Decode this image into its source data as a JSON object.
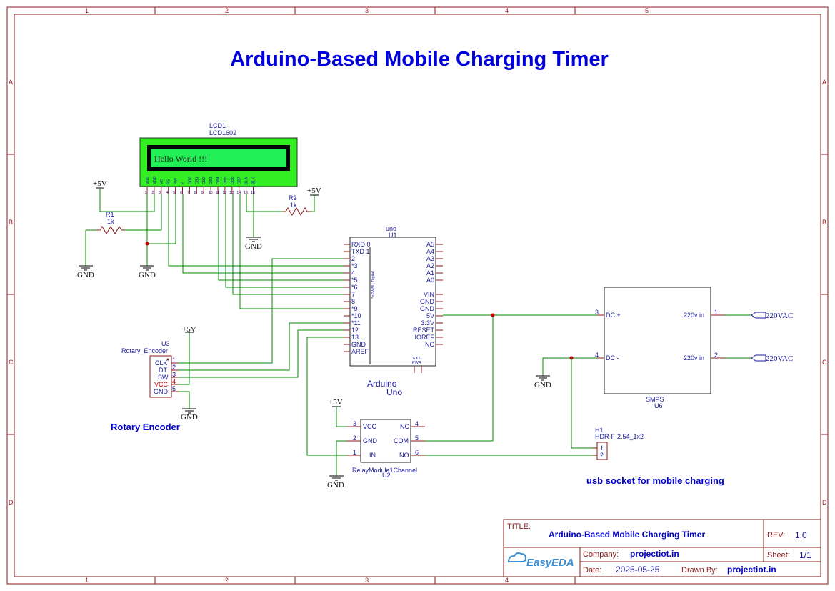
{
  "title": "Arduino-Based Mobile Charging Timer",
  "border": {
    "cols": [
      "1",
      "2",
      "3",
      "4",
      "5"
    ],
    "rows": [
      "A",
      "B",
      "C",
      "D"
    ]
  },
  "lcd": {
    "designator": "LCD1",
    "part": "LCD1602",
    "screen_text": "Hello World !!!",
    "pin_names": [
      "VSS",
      "VDD",
      "VO",
      "RS",
      "RW",
      "E",
      "DB0",
      "DB1",
      "DB2",
      "DB3",
      "DB4",
      "DB5",
      "DB6",
      "DB7",
      "BLA",
      "BLK"
    ],
    "pin_numbers": [
      "1",
      "2",
      "3",
      "4",
      "5",
      "6",
      "7",
      "8",
      "9",
      "10",
      "11",
      "12",
      "13",
      "14",
      "15",
      "16"
    ]
  },
  "r1": {
    "designator": "R1",
    "value": "1k"
  },
  "r2": {
    "designator": "R2",
    "value": "1k"
  },
  "power": {
    "vcc": "+5V",
    "gnd": "GND",
    "ac": "220VAC"
  },
  "arduino": {
    "name": "uno",
    "designator": "U1",
    "left_pins": [
      "RXD 0",
      "TXD 1",
      "2",
      "*3",
      "4",
      "*5",
      "*6",
      "7",
      "8",
      "*9",
      "*10",
      "*11",
      "12",
      "13",
      "GND",
      "AREF"
    ],
    "right_pins": [
      "A5",
      "A4",
      "A3",
      "A2",
      "A1",
      "A0",
      "VIN",
      "GND",
      "GND",
      "5V",
      "3.3V",
      "RESET",
      "IOREF",
      "NC"
    ],
    "inner_label": "*=PWM , Digital",
    "ext_label": "EXT.",
    "pwr_label": "PWR",
    "caption_1": "Arduino",
    "caption_2": "Uno"
  },
  "encoder": {
    "designator": "U3",
    "part": "Rotary_Encoder",
    "pins": [
      "CLK",
      "DT",
      "SW",
      "VCC",
      "GND"
    ],
    "pin_numbers": [
      "1",
      "2",
      "3",
      "4",
      "5"
    ],
    "caption": "Rotary Encoder"
  },
  "relay": {
    "designator": "U2",
    "part": "RelayModule1Channel",
    "left_pins": [
      "VCC",
      "GND",
      "IN"
    ],
    "left_numbers": [
      "3",
      "2",
      "1"
    ],
    "right_pins": [
      "NC",
      "COM",
      "NO"
    ],
    "right_numbers": [
      "4",
      "5",
      "6"
    ]
  },
  "smps": {
    "designator": "U6",
    "part": "SMPS",
    "pins": [
      "DC +",
      "DC -",
      "220v in",
      "220v in"
    ],
    "pin_numbers": [
      "3",
      "4",
      "1",
      "2"
    ]
  },
  "header": {
    "designator": "H1",
    "part": "HDR-F-2.54_1x2",
    "pin_numbers": [
      "1",
      "2"
    ],
    "caption": "usb socket for mobile charging"
  },
  "title_block": {
    "title_label": "TITLE:",
    "title_value": "Arduino-Based Mobile Charging Timer",
    "rev_label": "REV:",
    "rev_value": "1.0",
    "company_label": "Company:",
    "company_value": "projectiot.in",
    "sheet_label": "Sheet:",
    "sheet_value": "1/1",
    "date_label": "Date:",
    "date_value": "2025-05-25",
    "drawn_label": "Drawn By:",
    "drawn_value": "projectiot.in",
    "logo_text": "EasyEDA"
  }
}
